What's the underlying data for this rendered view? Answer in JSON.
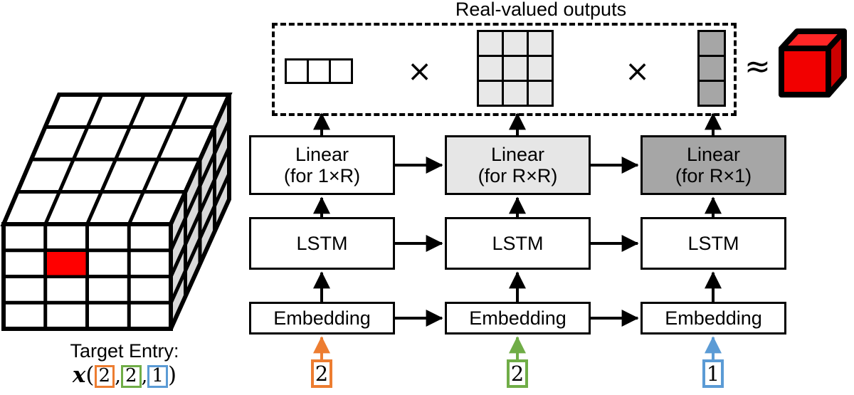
{
  "figure": {
    "title": "Real-valued outputs",
    "approx_symbol": "≈",
    "multiply_symbol": "×"
  },
  "target_entry": {
    "label": "Target Entry:",
    "variable": "𝒙",
    "open_paren": "(",
    "close_paren": ")",
    "comma": ",",
    "indices": [
      {
        "value": "2",
        "color": "#ED7D31"
      },
      {
        "value": "2",
        "color": "#70AD47"
      },
      {
        "value": "1",
        "color": "#5B9BD5"
      }
    ]
  },
  "tensor": {
    "grid": 4,
    "highlight_cell": {
      "row": 2,
      "col": 2,
      "color": "#FF0000"
    },
    "face_color": "#FFFFFF",
    "side_color": "#D9D9D9",
    "edge_color": "#000000"
  },
  "outputs": {
    "row_vector": {
      "name": "1xR",
      "cells": 3,
      "fill": "#FFFFFF"
    },
    "matrix": {
      "name": "RxR",
      "rows": 3,
      "cols": 3,
      "fill": "#E8E8E8"
    },
    "column_vector": {
      "name": "Rx1",
      "cells": 3,
      "fill": "#A6A6A6"
    },
    "result_cube": {
      "top_color": "#FF2626",
      "front_color": "#F20000",
      "side_color": "#CC0000"
    }
  },
  "network": {
    "columns": [
      {
        "linear": {
          "line1": "Linear",
          "line2": "(for 1×R)",
          "shade": "none"
        },
        "lstm": {
          "label": "LSTM"
        },
        "embedding": {
          "label": "Embedding"
        },
        "token": {
          "value": "2",
          "color": "#ED7D31"
        }
      },
      {
        "linear": {
          "line1": "Linear",
          "line2": "(for R×R)",
          "shade": "light"
        },
        "lstm": {
          "label": "LSTM"
        },
        "embedding": {
          "label": "Embedding"
        },
        "token": {
          "value": "2",
          "color": "#70AD47"
        }
      },
      {
        "linear": {
          "line1": "Linear",
          "line2": "(for R×1)",
          "shade": "dark"
        },
        "lstm": {
          "label": "LSTM"
        },
        "embedding": {
          "label": "Embedding"
        },
        "token": {
          "value": "1",
          "color": "#5B9BD5"
        }
      }
    ]
  }
}
